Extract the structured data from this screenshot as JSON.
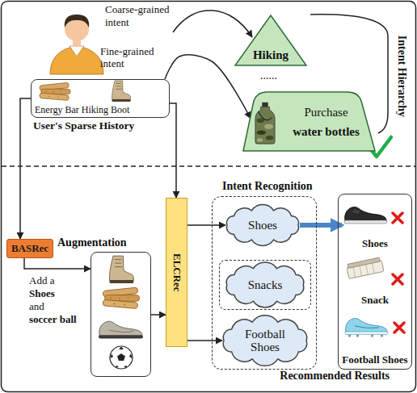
{
  "diagram": {
    "nodes": [
      {
        "text": [
          "Energy Bar Hiking Boot",
          "User's Sparse History"
        ]
      },
      {
        "text": [
          "Hiking"
        ]
      },
      {
        "text": [
          "Purchase",
          "water bottles"
        ]
      },
      {
        "text": [
          "BASRec"
        ]
      },
      {
        "text": [
          "Augmentation"
        ]
      },
      {
        "text": [
          "ELCRec"
        ]
      },
      {
        "text": [
          "Intent Recognition"
        ]
      },
      {
        "text": [
          "Shoes"
        ],
        "in": 6
      },
      {
        "text": [
          "Snacks"
        ],
        "in": 6
      },
      {
        "text": [
          "Football Shoes"
        ],
        "in": 6
      },
      {
        "text": [
          "Recommended Results"
        ]
      },
      {
        "text": [
          "Shoes"
        ],
        "in": 10
      },
      {
        "text": [
          "Snack"
        ],
        "in": 10
      },
      {
        "text": [
          "Football Shoes"
        ],
        "in": 10
      }
    ],
    "edges": [
      {
        "from": 0,
        "to": 2,
        "arrow": "to",
        "label": "Fine-grained intent"
      },
      {
        "from": 0,
        "to": 3,
        "arrow": "to"
      },
      {
        "from": 0,
        "to": 5,
        "arrow": "to"
      },
      {
        "from": 3,
        "to": 4,
        "arrow": "to"
      },
      {
        "from": 4,
        "to": 5,
        "arrow": "to"
      },
      {
        "from": 5,
        "to": 7,
        "arrow": "to"
      },
      {
        "from": 5,
        "to": 9,
        "arrow": "to"
      },
      {
        "from": 7,
        "to": 11,
        "arrow": "to"
      }
    ],
    "labels": [
      "Coarse-grained intent",
      "......",
      "Intent Hierarchy",
      "Add a",
      "Shoes",
      "and",
      "soccer ball"
    ]
  }
}
